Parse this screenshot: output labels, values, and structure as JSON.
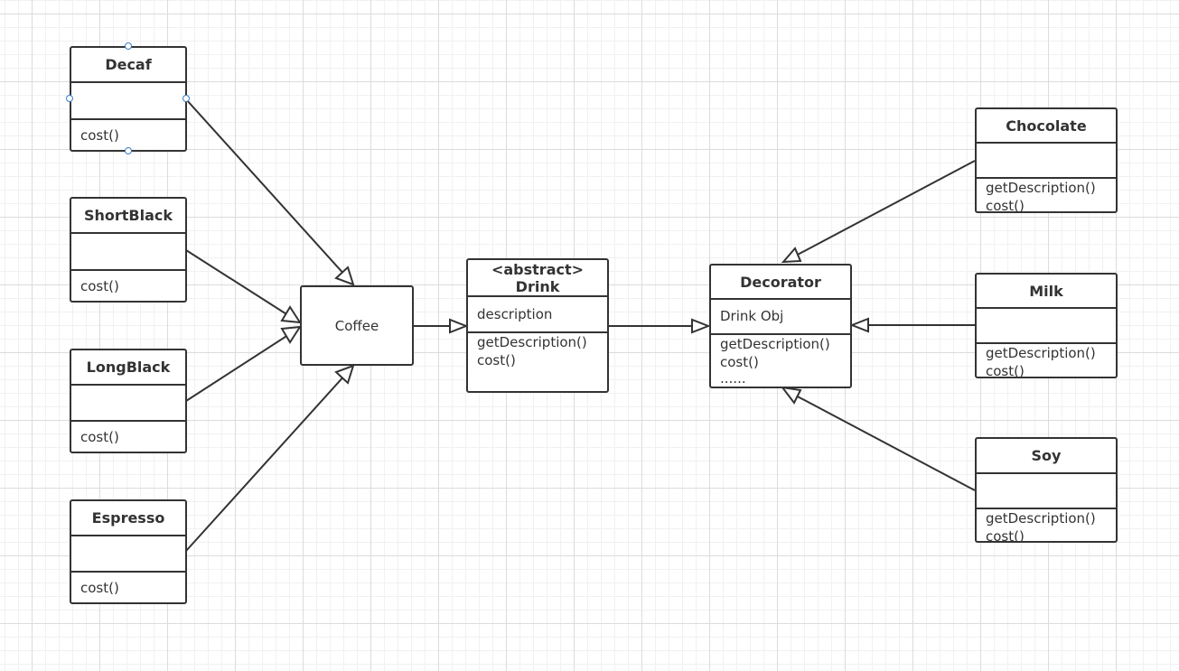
{
  "classes": {
    "decaf": {
      "name": "Decaf",
      "attributes": [],
      "methods": [
        "cost()"
      ]
    },
    "shortblack": {
      "name": "ShortBlack",
      "attributes": [],
      "methods": [
        "cost()"
      ]
    },
    "longblack": {
      "name": "LongBlack",
      "attributes": [],
      "methods": [
        "cost()"
      ]
    },
    "espresso": {
      "name": "Espresso",
      "attributes": [],
      "methods": [
        "cost()"
      ]
    },
    "coffee": {
      "name": "Coffee"
    },
    "drink": {
      "stereotype": "<abstract>",
      "name": "Drink",
      "attributes": [
        "description"
      ],
      "methods": [
        "getDescription()",
        "cost()"
      ]
    },
    "decorator": {
      "name": "Decorator",
      "attributes": [
        "Drink Obj"
      ],
      "methods": [
        "getDescription()",
        "cost()",
        "......"
      ]
    },
    "chocolate": {
      "name": "Chocolate",
      "attributes": [],
      "methods": [
        "getDescription()",
        "cost()"
      ]
    },
    "milk": {
      "name": "Milk",
      "attributes": [],
      "methods": [
        "getDescription()",
        "cost()"
      ]
    },
    "soy": {
      "name": "Soy",
      "attributes": [],
      "methods": [
        "getDescription()",
        "cost()"
      ]
    }
  },
  "relations": [
    {
      "from": "Decaf",
      "to": "Coffee",
      "type": "generalization"
    },
    {
      "from": "ShortBlack",
      "to": "Coffee",
      "type": "generalization"
    },
    {
      "from": "LongBlack",
      "to": "Coffee",
      "type": "generalization"
    },
    {
      "from": "Espresso",
      "to": "Coffee",
      "type": "generalization"
    },
    {
      "from": "Coffee",
      "to": "Drink",
      "type": "generalization"
    },
    {
      "from": "Drink",
      "to": "Decorator",
      "type": "generalization"
    },
    {
      "from": "Chocolate",
      "to": "Decorator",
      "type": "generalization"
    },
    {
      "from": "Milk",
      "to": "Decorator",
      "type": "generalization"
    },
    {
      "from": "Soy",
      "to": "Decorator",
      "type": "generalization"
    }
  ],
  "colors": {
    "stroke": "#333333",
    "handle": "#3a7fc2",
    "grid_major": "#dcdcdc",
    "grid_minor": "#f1f1f1"
  }
}
